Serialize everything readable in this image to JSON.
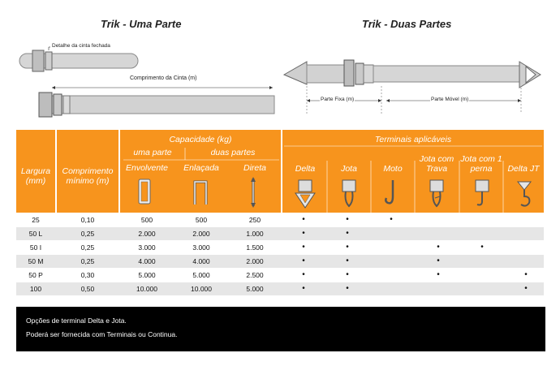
{
  "titles": {
    "left": "Trik - Uma Parte",
    "right": "Trik - Duas Partes"
  },
  "diagram_labels": {
    "detail": "Detalhe da cinta fechada",
    "length": "Comprimento da Cinta (m)",
    "fixed": "Parte Fixa (m)",
    "mobile": "Parte Móvel (m)"
  },
  "table": {
    "header": {
      "largura": "Largura (mm)",
      "comprimento": "Comprimento mínimo (m)",
      "capacidade": "Capacidade (kg)",
      "uma_parte": "uma parte",
      "duas_partes": "duas partes",
      "envolvente": "Envolvente",
      "enlacada": "Enlaçada",
      "direta": "Direta",
      "terminais": "Terminais aplicáveis",
      "delta": "Delta",
      "jota": "Jota",
      "moto": "Moto",
      "jota_trava": "Jota com Trava",
      "jota_pema": "Jota com 1 perna",
      "delta_jt": "Delta JT"
    },
    "rows": [
      {
        "largura": "25",
        "comp": "0,10",
        "env": "500",
        "enl": "500",
        "dir": "250",
        "t": [
          1,
          1,
          1,
          0,
          0,
          0
        ]
      },
      {
        "largura": "50 L",
        "comp": "0,25",
        "env": "2.000",
        "enl": "2.000",
        "dir": "1.000",
        "t": [
          1,
          1,
          0,
          0,
          0,
          0
        ]
      },
      {
        "largura": "50 I",
        "comp": "0,25",
        "env": "3.000",
        "enl": "3.000",
        "dir": "1.500",
        "t": [
          1,
          1,
          0,
          1,
          1,
          0
        ]
      },
      {
        "largura": "50 M",
        "comp": "0,25",
        "env": "4.000",
        "enl": "4.000",
        "dir": "2.000",
        "t": [
          1,
          1,
          0,
          1,
          0,
          0
        ]
      },
      {
        "largura": "50 P",
        "comp": "0,30",
        "env": "5.000",
        "enl": "5.000",
        "dir": "2.500",
        "t": [
          1,
          1,
          0,
          1,
          0,
          1
        ]
      },
      {
        "largura": "100",
        "comp": "0,50",
        "env": "10.000",
        "enl": "10.000",
        "dir": "5.000",
        "t": [
          1,
          1,
          0,
          0,
          0,
          1
        ]
      }
    ],
    "dot_symbol": "•"
  },
  "footer": {
    "line1": "Opções de terminal Delta e Jota.",
    "line2": "Poderá ser fornecida com Terminais ou Continua."
  },
  "colors": {
    "orange": "#f7941d",
    "alt_row": "#e6e6e6",
    "footer_bg": "#000000"
  }
}
